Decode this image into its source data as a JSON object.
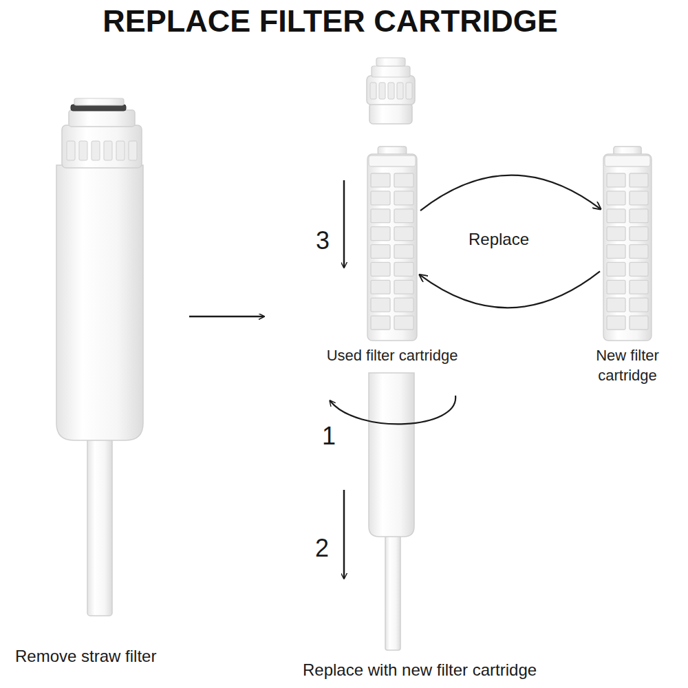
{
  "diagram": {
    "title": "REPLACE FILTER CARTRIDGE",
    "nodes": [
      {
        "text": [
          "Used filter cartridge"
        ]
      },
      {
        "text": [
          "New filter cartridge"
        ]
      }
    ],
    "edges": [
      {
        "from": 0,
        "to": 1,
        "arrow": "to"
      },
      {
        "from": 1,
        "to": 0,
        "arrow": "to"
      }
    ],
    "labels": [
      "Replace",
      "3",
      "1",
      "2",
      "Remove straw filter",
      "Replace with new filter cartridge"
    ]
  }
}
